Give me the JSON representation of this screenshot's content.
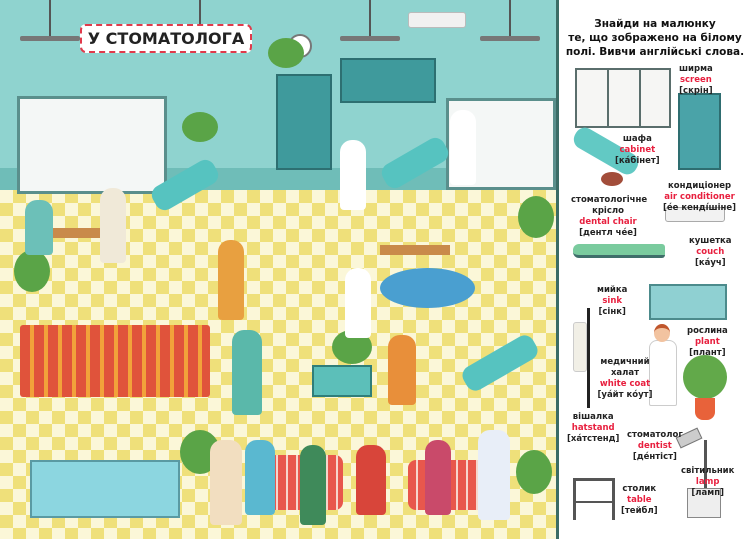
{
  "title": "У СТОМАТОЛОГА",
  "panel": {
    "heading": [
      "Знайди на малюнку",
      "те, що зображено на білому",
      "полі. Вивчи англійські слова."
    ],
    "items": [
      {
        "icon": "screen-icon",
        "uk": "ширма",
        "en": "screen",
        "pron": "[скрін]"
      },
      {
        "icon": "cabinet-icon",
        "uk": "шафа",
        "en": "cabinet",
        "pron": "[кáбінет]"
      },
      {
        "icon": "air-conditioner-icon",
        "uk": "кондиціонер",
        "en": "air conditioner",
        "pron": "[éе кендíшіне]"
      },
      {
        "icon": "dental-chair-icon",
        "uk": "стоматологічне крісло",
        "en": "dental chair",
        "pron": "[дентл чéе]"
      },
      {
        "icon": "couch-icon",
        "uk": "кушетка",
        "en": "couch",
        "pron": "[кáуч]"
      },
      {
        "icon": "sink-icon",
        "uk": "мийка",
        "en": "sink",
        "pron": "[сінк]"
      },
      {
        "icon": "plant-icon",
        "uk": "рослина",
        "en": "plant",
        "pron": "[плант]"
      },
      {
        "icon": "white-coat-icon",
        "uk": "медичний халат",
        "en": "white coat",
        "pron": "[уáйт кóут]"
      },
      {
        "icon": "hatstand-icon",
        "uk": "вішалка",
        "en": "hatstand",
        "pron": "[хáтстенд]"
      },
      {
        "icon": "dentist-icon",
        "uk": "стоматолог",
        "en": "dentist",
        "pron": "[дéнтіст]"
      },
      {
        "icon": "table-icon",
        "uk": "столик",
        "en": "table",
        "pron": "[тейбл]"
      },
      {
        "icon": "lamp-icon",
        "uk": "світильник",
        "en": "lamp",
        "pron": "[ламп]"
      }
    ]
  },
  "colors": {
    "wall": "#8fd3cf",
    "floor_yellow": "#efe07a",
    "accent_red": "#e8203f",
    "teal": "#3f9a9c"
  }
}
